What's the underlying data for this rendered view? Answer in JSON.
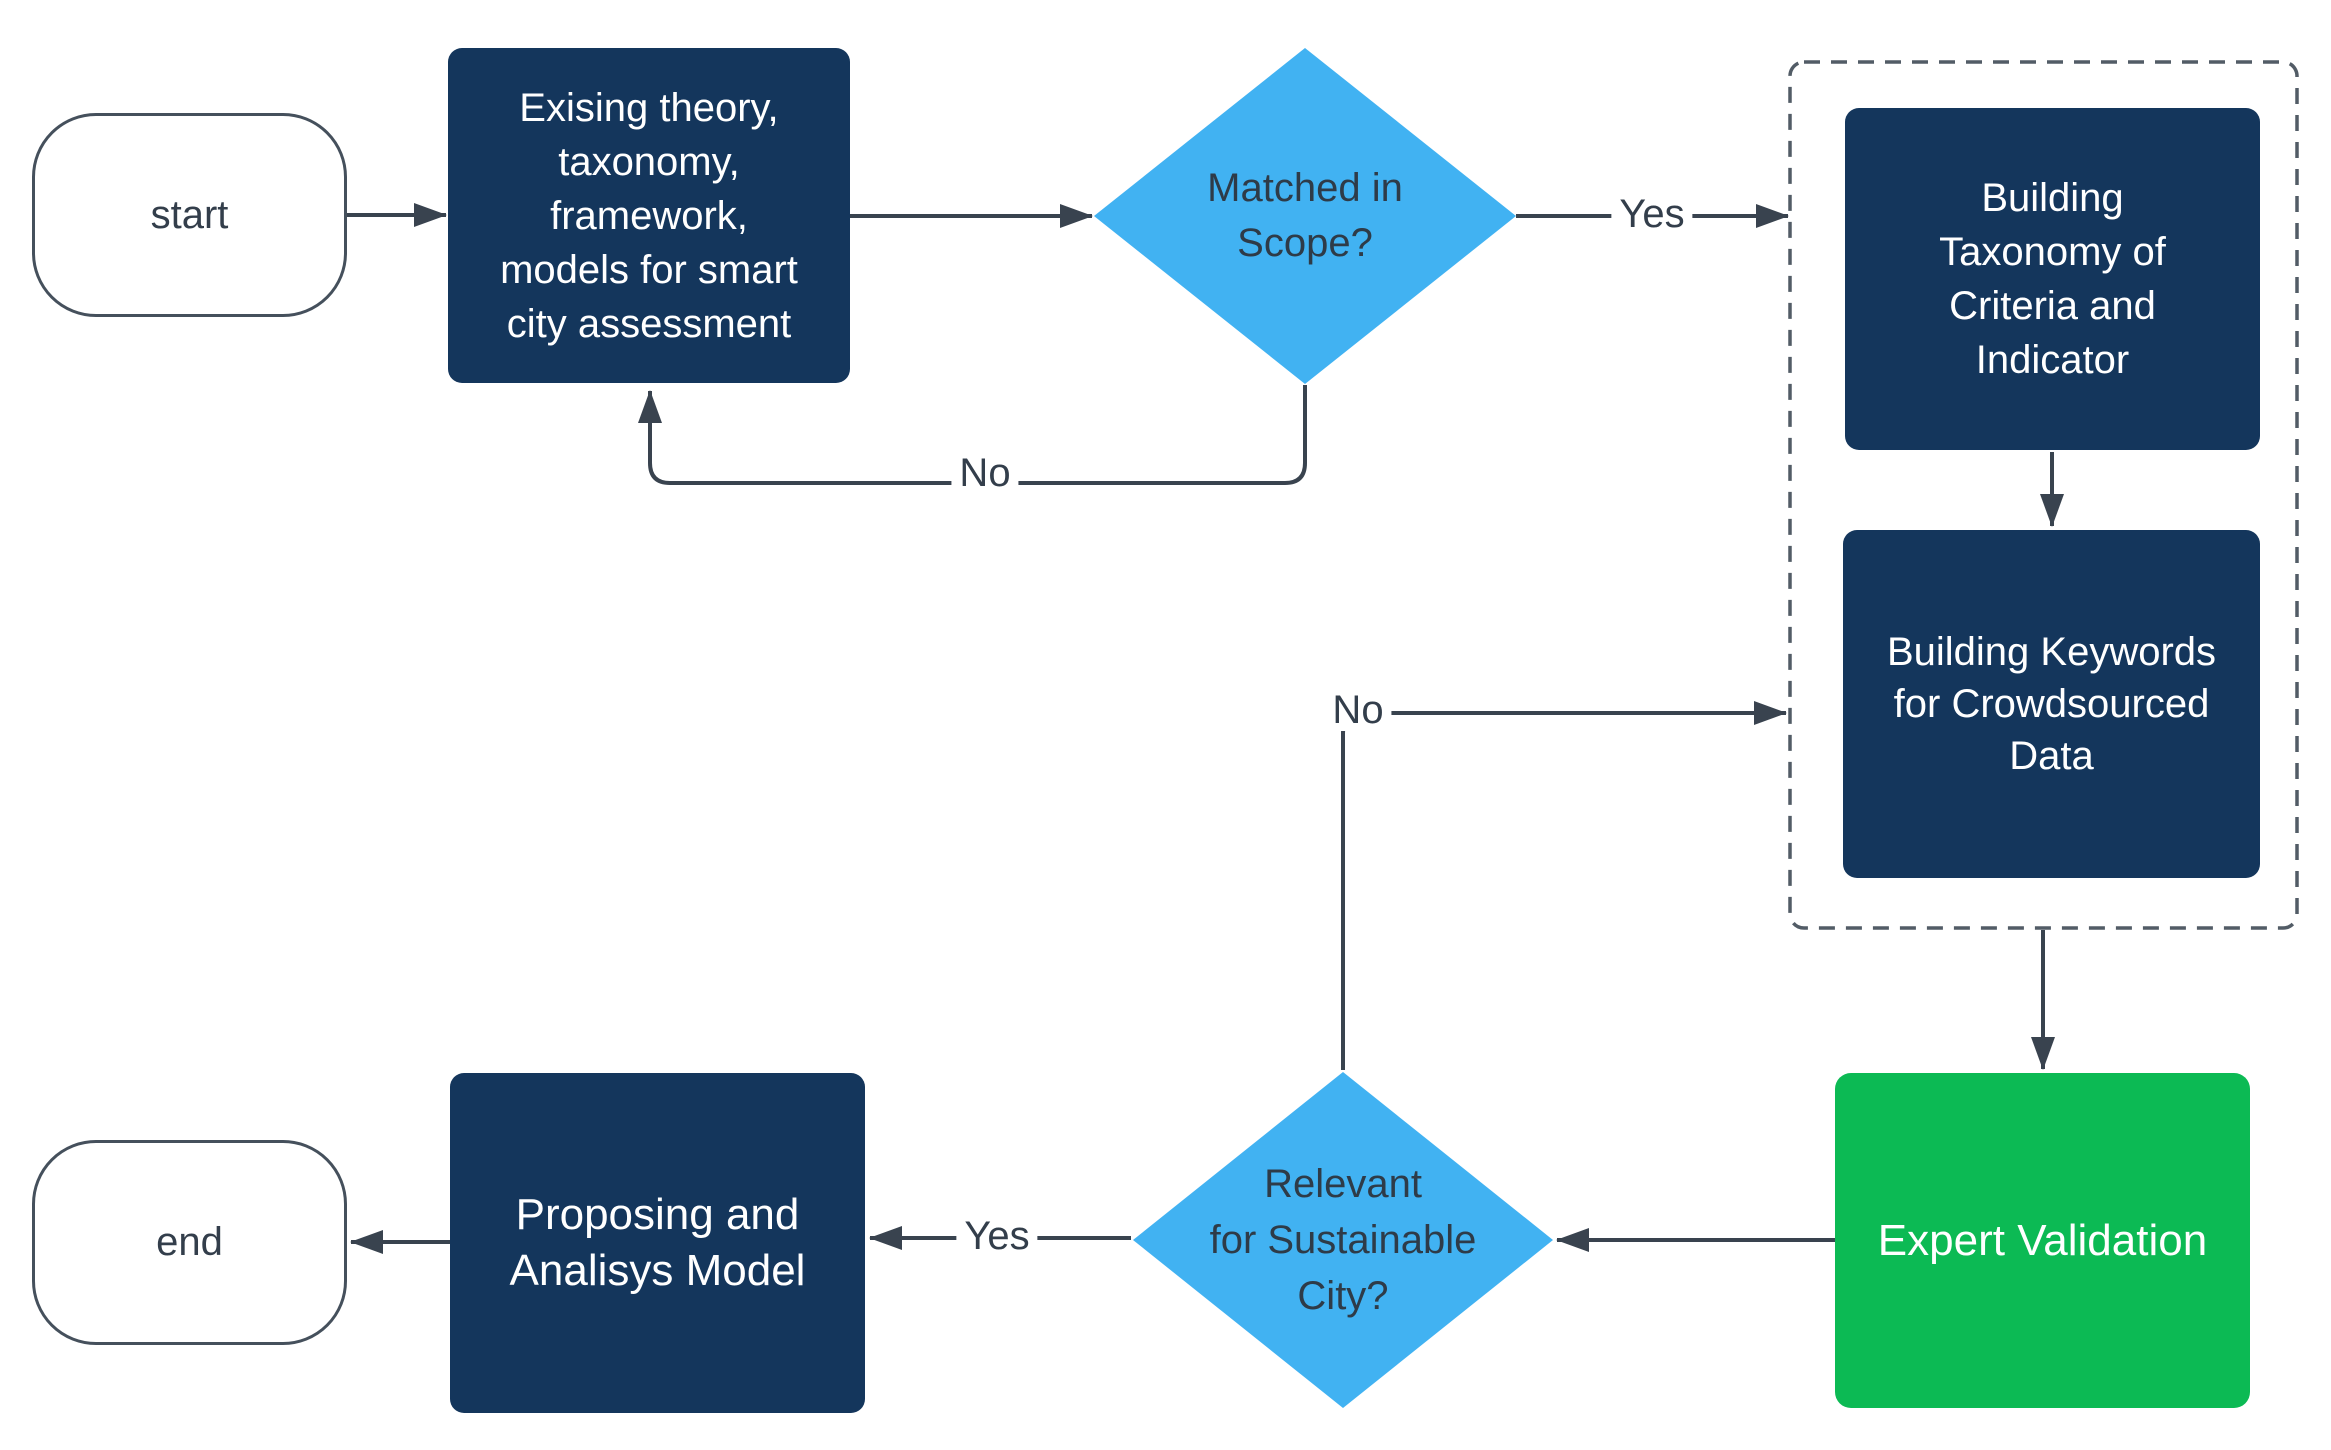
{
  "colors": {
    "navy": "#14365c",
    "blue": "#41b2f2",
    "green": "#0cba54",
    "line": "#39434f",
    "dash": "#525c66",
    "text_dark": "#333e4b",
    "node_text": "#ffffff",
    "bg": "#ffffff"
  },
  "nodes": {
    "start": {
      "label": "start"
    },
    "existing_theory": {
      "lines": [
        "Exising theory,",
        "taxonomy,",
        "framework,",
        "models for smart",
        "city assessment"
      ]
    },
    "matched_in_scope": {
      "lines": [
        "Matched in",
        "Scope?"
      ]
    },
    "building_taxonomy": {
      "lines": [
        "Building",
        "Taxonomy of",
        "Criteria and",
        "Indicator"
      ]
    },
    "building_keywords": {
      "lines": [
        "Building Keywords",
        "for Crowdsourced",
        "Data"
      ]
    },
    "expert_validation": {
      "label": "Expert Validation"
    },
    "relevant_city": {
      "lines": [
        "Relevant",
        "for Sustainable",
        "City?"
      ]
    },
    "proposing_model": {
      "lines": [
        "Proposing and",
        "Analisys Model"
      ]
    },
    "end": {
      "label": "end"
    }
  },
  "edge_labels": {
    "yes1": "Yes",
    "no1": "No",
    "no2": "No",
    "yes2": "Yes"
  }
}
